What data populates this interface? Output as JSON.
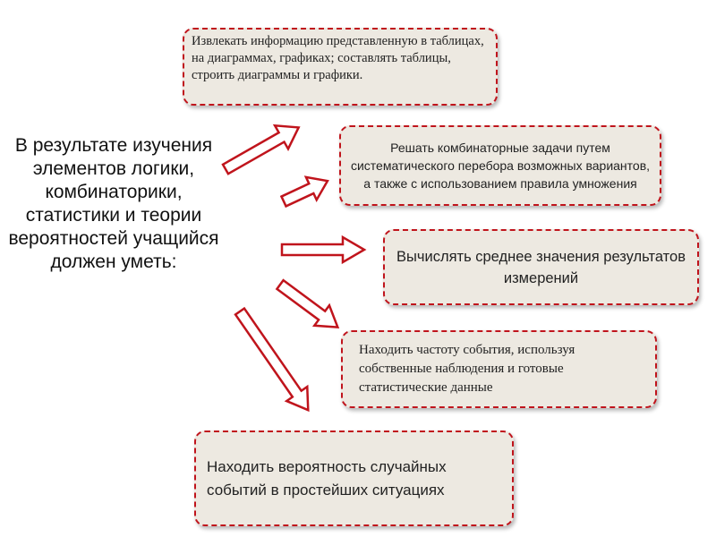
{
  "central_text": "В результате изучения элементов логики, комбинаторики, статистики и теории вероятностей учащийся должен уметь:",
  "skills": [
    "Извлекать информацию представленную в таблицах, на диаграммах, графиках; составлять таблицы, строить диаграммы и графики.",
    "Решать комбинаторные задачи путем систематического перебора возможных вариантов, а также с использованием правила умножения",
    "Вычислять среднее значения результатов измерений",
    "Находить частоту события, используя собственные наблюдения и готовые статистические данные",
    "Находить вероятность случайных событий в простейших ситуациях"
  ],
  "colors": {
    "accent": "#c0141c",
    "box_fill": "#ede9e1",
    "arrow_fill": "#ffffff"
  }
}
